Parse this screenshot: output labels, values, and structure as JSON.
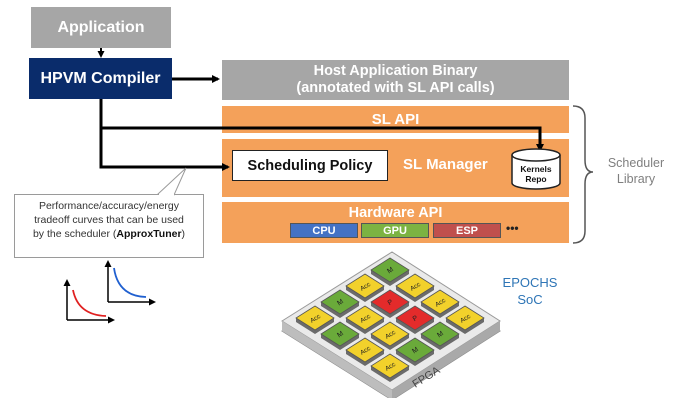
{
  "application": "Application",
  "compiler": "HPVM Compiler",
  "host_binary": {
    "line1": "Host Application Binary",
    "line2": "(annotated with SL API calls)"
  },
  "sl_api": "SL API",
  "sl_manager": "SL Manager",
  "scheduling_policy": "Scheduling Policy",
  "kernels_repo": {
    "line1": "Kernels",
    "line2": "Repo"
  },
  "hardware_api": "Hardware API",
  "hw_targets": [
    "CPU",
    "GPU",
    "ESP"
  ],
  "hw_more": "•••",
  "scheduler_library": {
    "line1": "Scheduler",
    "line2": "Library"
  },
  "callout": {
    "line1": "Performance/accuracy/energy",
    "line2": "tradeoff curves that can be used",
    "line3_prefix": "by the scheduler (",
    "line3_bold": "ApproxTuner",
    "line3_suffix": ")"
  },
  "soc": {
    "line1": "EPOCHS",
    "line2": "SoC"
  },
  "fpga_label": "FPGA",
  "tile_labels": {
    "memory": "M",
    "accelerator": "Acc",
    "processor": "P"
  },
  "colors": {
    "navy": "#0a2c6b",
    "gray": "#a6a6a6",
    "orange": "#f4a15a",
    "memory": "#6aaa3a",
    "accelerator": "#f2d12b",
    "processor": "#e32b2b",
    "soc_text": "#2e75b6"
  }
}
